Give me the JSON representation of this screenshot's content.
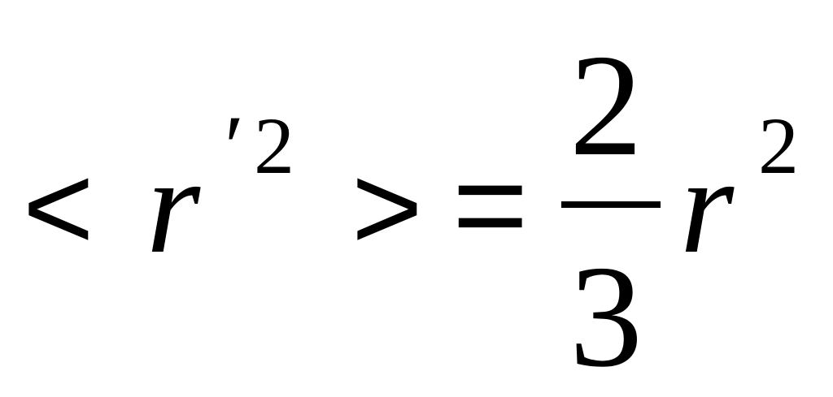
{
  "formula": {
    "left_angle": "<",
    "var_r_prime": "r",
    "prime": "′",
    "exp_left": "2",
    "right_angle": ">",
    "equals": "=",
    "numerator": "2",
    "denominator": "3",
    "var_r": "r",
    "exp_right": "2"
  }
}
